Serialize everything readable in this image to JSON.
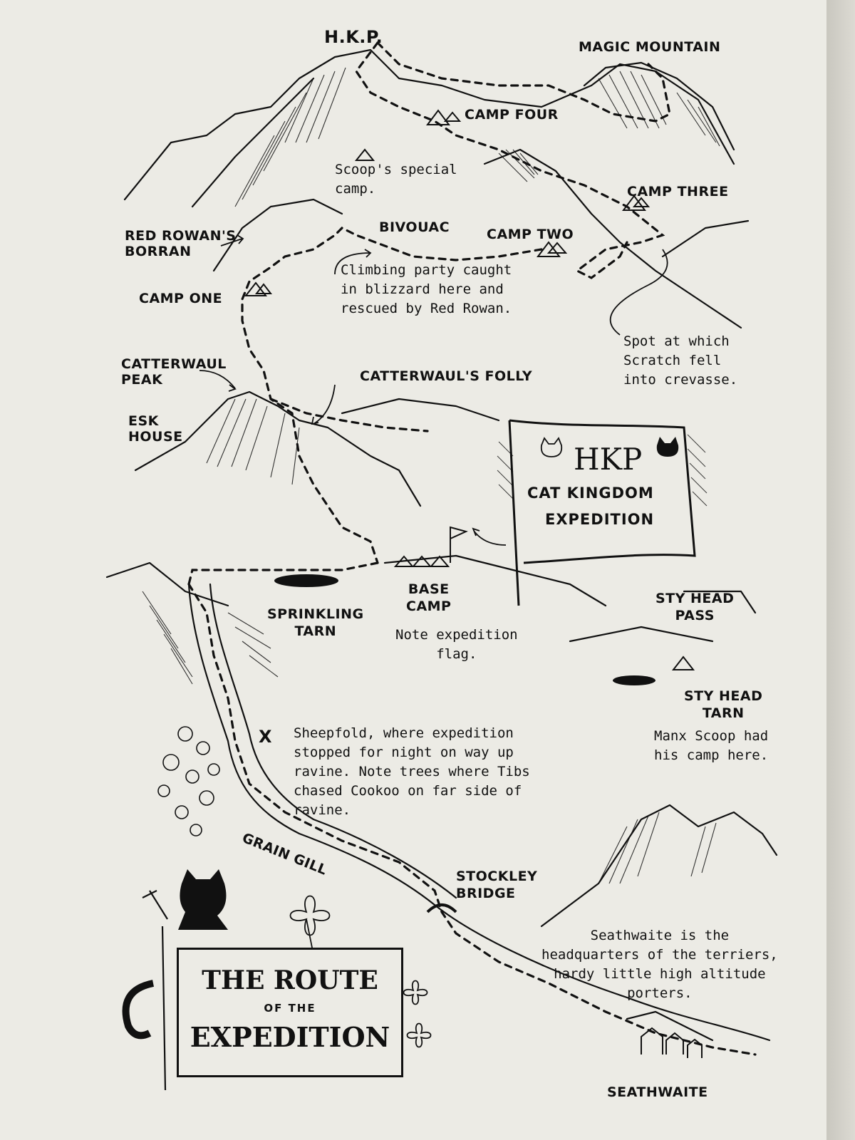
{
  "map": {
    "title_line1": "THE ROUTE",
    "title_line2": "OF THE",
    "title_line3": "EXPEDITION",
    "flag": {
      "line1": "HKP",
      "line2": "CAT KINGDOM",
      "line3": "EXPEDITION"
    },
    "places": {
      "hkp": "H.K.P.",
      "magic_mountain": "MAGIC MOUNTAIN",
      "camp_four": "CAMP FOUR",
      "scoops_camp": "Scoop's special\ncamp.",
      "camp_three": "CAMP THREE",
      "red_rowans_borran": "RED ROWAN'S\nBORRAN",
      "bivouac": "BIVOUAC",
      "camp_two": "CAMP TWO",
      "camp_one": "CAMP ONE",
      "catterwaul_peak": "CATTERWAUL\nPEAK",
      "catterwauls_folly": "CATTERWAUL'S FOLLY",
      "esk_house": "ESK\nHOUSE",
      "base_camp": "BASE\nCAMP",
      "sprinkling_tarn": "SPRINKLING\nTARN",
      "sty_head_pass": "STY HEAD\nPASS",
      "sty_head_tarn": "STY HEAD\nTARN",
      "grain_gill": "GRAIN GILL",
      "stockley_bridge": "STOCKLEY\nBRIDGE",
      "seathwaite": "SEATHWAITE"
    },
    "notes": {
      "blizzard": "Climbing party caught\nin blizzard here and\nrescued by Red Rowan.",
      "crevasse": "Spot at which\nScratch fell\ninto crevasse.",
      "flag_note": "Note expedition\nflag.",
      "manx_scoop": "Manx Scoop had\nhis camp here.",
      "sheepfold": "Sheepfold, where expedition\nstopped for night on way up\nravine. Note trees where Tibs\nchased Cookoo on far side of\nravine.",
      "seathwaite_note": "Seathwaite is the\nheadquarters of the terriers,\nhardy little high altitude\nporters."
    },
    "marker_x": "X"
  }
}
